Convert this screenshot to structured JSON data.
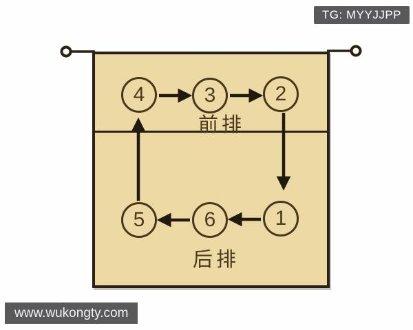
{
  "badge": {
    "label": "TG: MYYJJPP"
  },
  "watermark": {
    "label": "www.wukongty.com"
  },
  "diagram": {
    "type": "volleyball-rotation",
    "front_row_label": "前排",
    "back_row_label": "后排",
    "positions": [
      {
        "number": "4",
        "row": "front"
      },
      {
        "number": "3",
        "row": "front"
      },
      {
        "number": "2",
        "row": "front"
      },
      {
        "number": "5",
        "row": "back"
      },
      {
        "number": "6",
        "row": "back"
      },
      {
        "number": "1",
        "row": "back"
      }
    ],
    "arrows": [
      "4→3",
      "3→2",
      "2→1",
      "1→6",
      "6→5",
      "5→4"
    ]
  },
  "colors": {
    "court_fill": "#ecd9a3",
    "court_line": "#2a2114",
    "circle_stroke": "#46371c",
    "text_dark": "#4a3a1e",
    "arrow": "#211a0f",
    "badge_bg": "#59595b",
    "badge_text": "#ffffff",
    "watermark_bg": "#59595b",
    "watermark_text": "#f2f2f2"
  }
}
